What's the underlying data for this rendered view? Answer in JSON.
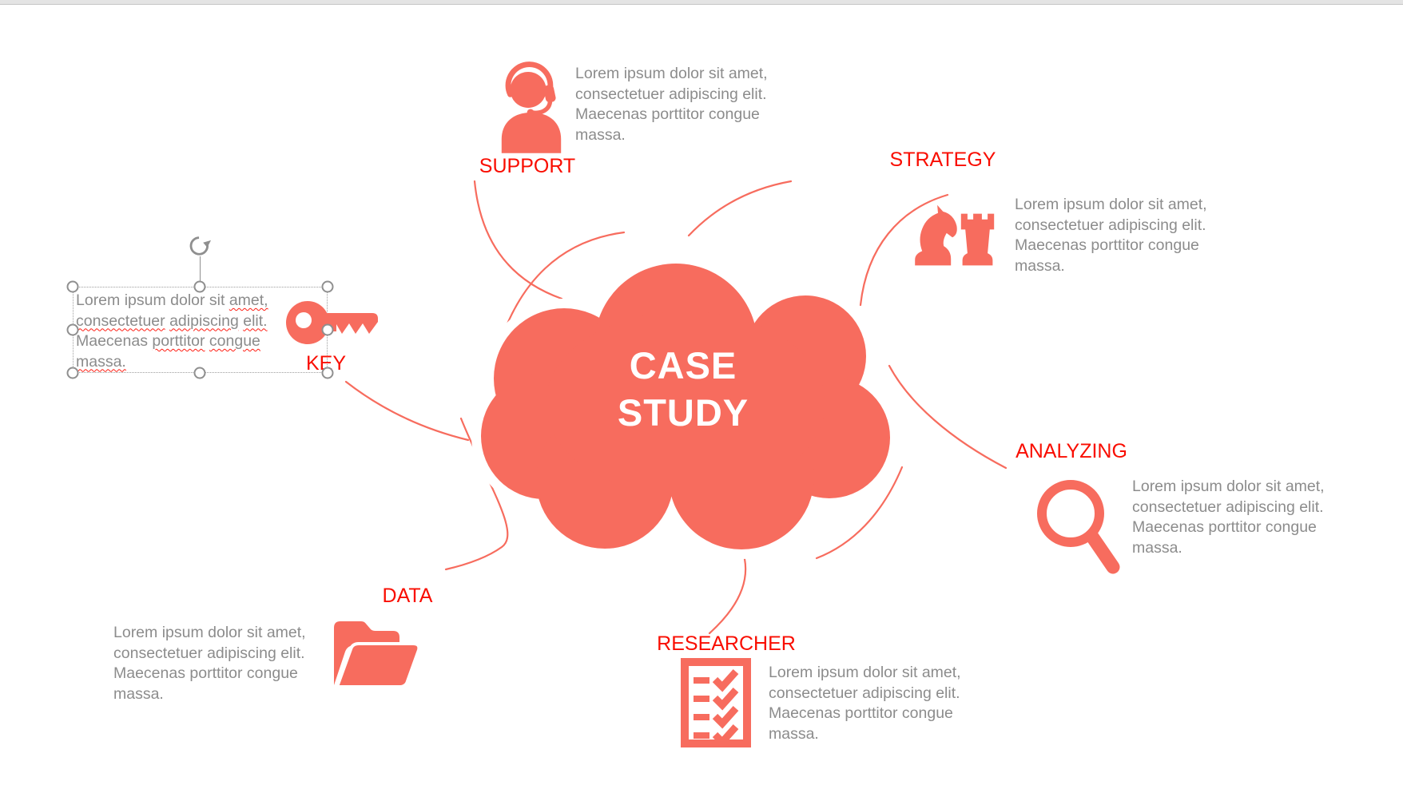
{
  "app": {
    "surface": "presentation-slide-editor-canvas"
  },
  "colors": {
    "coral": "#f76c5e",
    "label_red": "#f90d00",
    "body_gray": "#8c8c8c",
    "cloud_text_white": "#ffffff",
    "handle_gray": "#8f8f8f",
    "squiggle_red": "#ff1d12",
    "topbar_gray": "#e4e4e4"
  },
  "cloud": {
    "title": "CASE\nSTUDY"
  },
  "labels": {
    "support": "SUPPORT",
    "strategy": "STRATEGY",
    "key": "KEY",
    "analyzing": "ANALYZING",
    "data": "DATA",
    "researcher": "RESEARCHER"
  },
  "icons": {
    "support": "headset-agent-icon",
    "strategy": "chess-pieces-icon",
    "key": "key-icon",
    "analyzing": "magnifying-glass-icon",
    "data": "open-folder-icon",
    "researcher": "checklist-icon",
    "rotate": "rotate-handle-icon"
  },
  "body_text": {
    "support": "Lorem ipsum dolor sit amet,\nconsectetuer adipiscing elit.\nMaecenas porttitor congue\nmassa.",
    "strategy": "Lorem ipsum dolor sit amet,\nconsectetuer adipiscing elit.\nMaecenas porttitor congue\nmassa.",
    "analyzing": "Lorem ipsum dolor sit amet,\nconsectetuer adipiscing elit.\nMaecenas porttitor congue\nmassa.",
    "data": "Lorem ipsum dolor sit amet,\nconsectetuer adipiscing elit.\nMaecenas porttitor congue\nmassa.",
    "researcher": "Lorem ipsum dolor sit amet,\nconsectetuer adipiscing elit.\nMaecenas porttitor congue\nmassa."
  },
  "selected_textbox": {
    "lines": [
      [
        {
          "t": "Lorem ipsum dolor sit ",
          "sq": false
        },
        {
          "t": "amet,",
          "sq": true
        }
      ],
      [
        {
          "t": "consectetuer",
          "sq": true
        },
        {
          "t": " ",
          "sq": false
        },
        {
          "t": "adipiscing",
          "sq": true
        },
        {
          "t": " ",
          "sq": false
        },
        {
          "t": "elit.",
          "sq": true
        }
      ],
      [
        {
          "t": "Maecenas ",
          "sq": false
        },
        {
          "t": "porttitor",
          "sq": true
        },
        {
          "t": " ",
          "sq": false
        },
        {
          "t": "congue",
          "sq": true
        }
      ],
      [
        {
          "t": "massa.",
          "sq": true
        }
      ]
    ]
  }
}
